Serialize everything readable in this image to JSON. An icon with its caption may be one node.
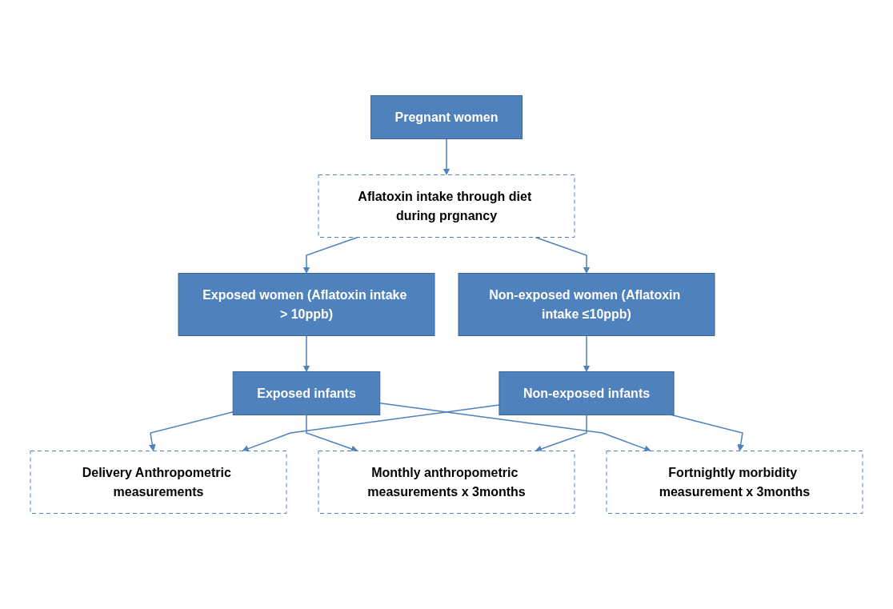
{
  "diagram": {
    "nodes": [
      {
        "text": [
          "Pregnant women"
        ]
      },
      {
        "text": [
          "Aflatoxin intake through diet during prgnancy"
        ]
      },
      {
        "text": [
          "Exposed women (Aflatoxin intake > 10ppb)"
        ]
      },
      {
        "text": [
          "Non-exposed women (Aflatoxin intake ≤10ppb)"
        ]
      },
      {
        "text": [
          "Exposed infants"
        ]
      },
      {
        "text": [
          "Non-exposed infants"
        ]
      },
      {
        "text": [
          "Delivery Anthropometric measurements"
        ]
      },
      {
        "text": [
          "Monthly anthropometric measurements x 3months"
        ]
      },
      {
        "text": [
          "Fortnightly morbidity measurement x 3months"
        ]
      }
    ],
    "edges": [
      {
        "from": 0,
        "to": 1,
        "arrow": "to"
      },
      {
        "from": 1,
        "to": 2,
        "arrow": "to"
      },
      {
        "from": 1,
        "to": 3,
        "arrow": "to"
      },
      {
        "from": 2,
        "to": 4,
        "arrow": "to"
      },
      {
        "from": 3,
        "to": 5,
        "arrow": "to"
      },
      {
        "from": 4,
        "to": 6,
        "arrow": "to"
      },
      {
        "from": 4,
        "to": 7,
        "arrow": "to"
      },
      {
        "from": 4,
        "to": 8,
        "arrow": "to"
      },
      {
        "from": 5,
        "to": 6,
        "arrow": "to"
      },
      {
        "from": 5,
        "to": 7,
        "arrow": "to"
      },
      {
        "from": 5,
        "to": 8,
        "arrow": "to"
      }
    ]
  }
}
